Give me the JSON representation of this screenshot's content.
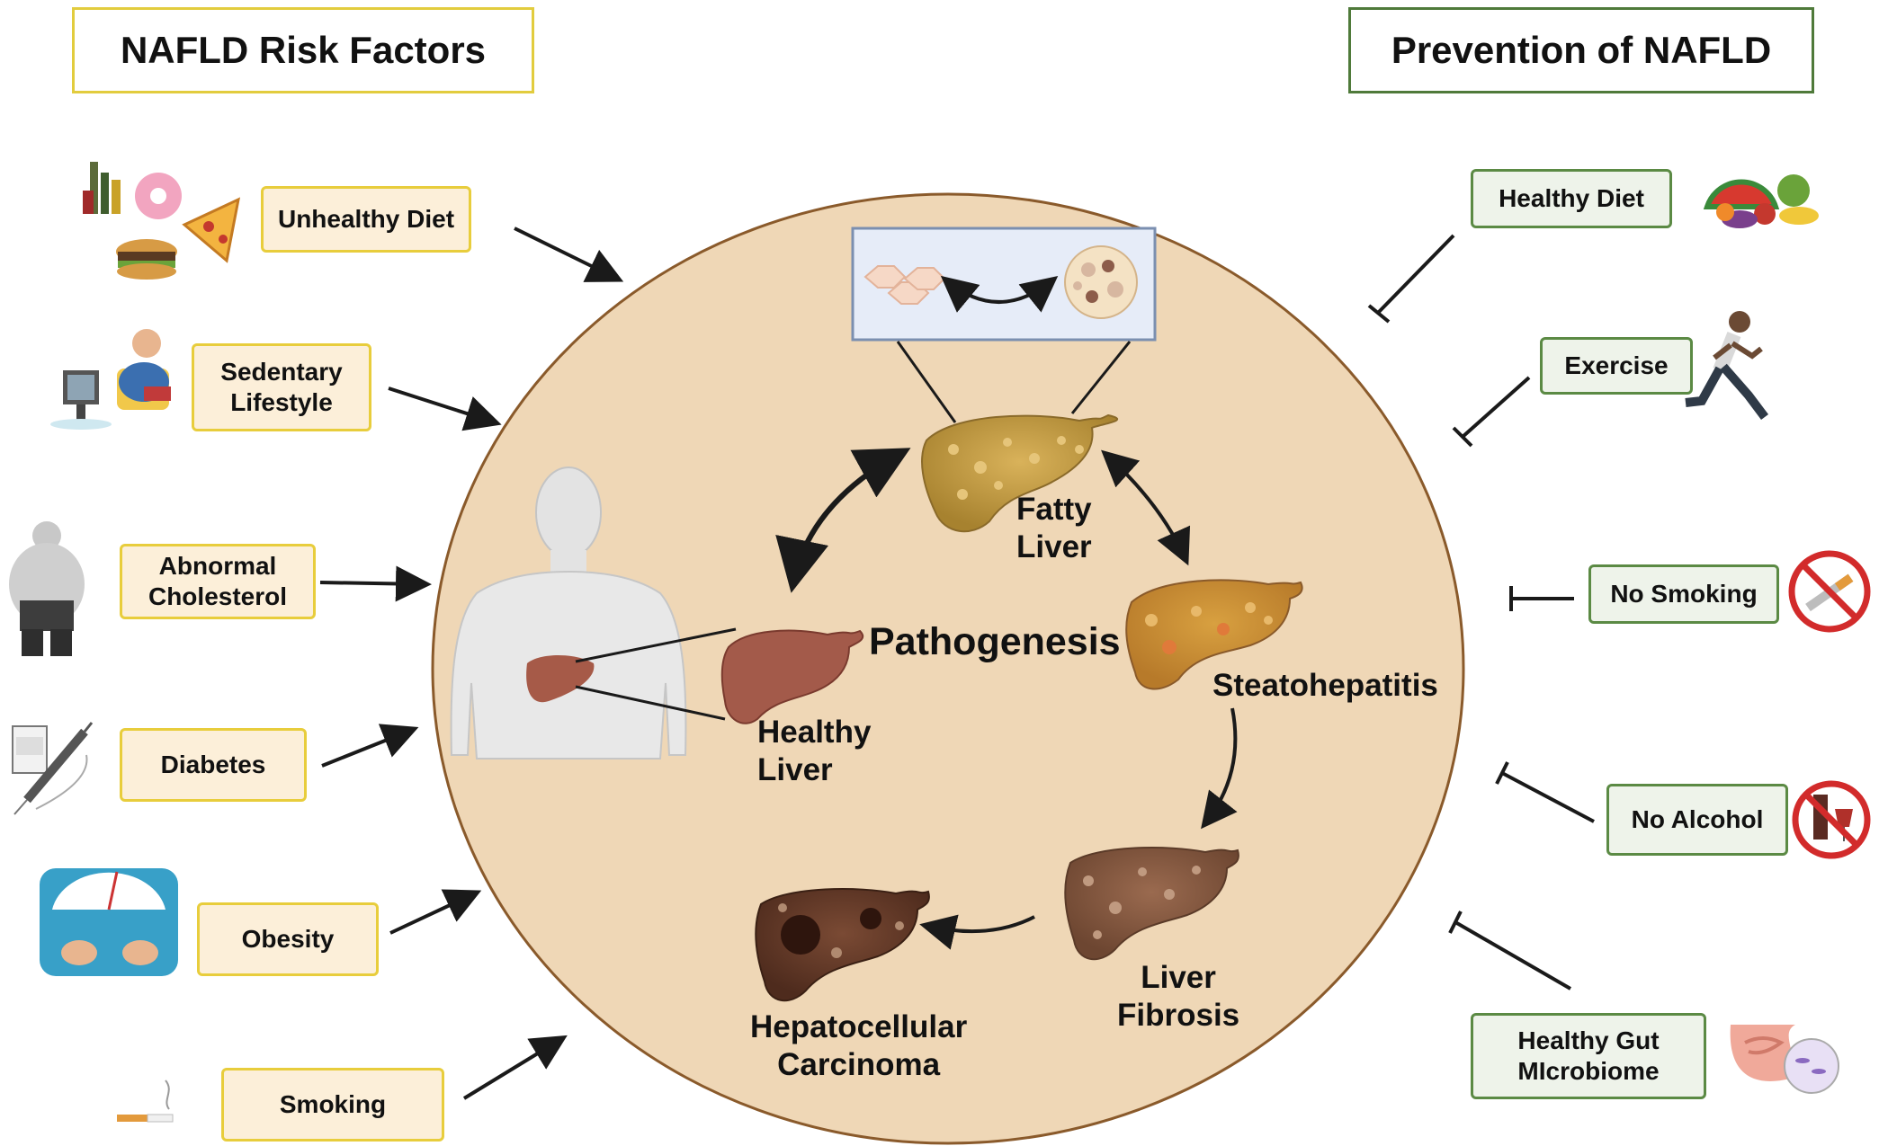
{
  "headers": {
    "risk_factors": "NAFLD Risk Factors",
    "prevention": "Prevention of NAFLD"
  },
  "risk_factors": [
    {
      "label": "Unhealthy Diet",
      "icon": "junk-food-icon"
    },
    {
      "label": "Sedentary\nLifestyle",
      "icon": "tv-watching-icon"
    },
    {
      "label": "Abnormal\nCholesterol",
      "icon": "overweight-person-icon"
    },
    {
      "label": "Diabetes",
      "icon": "syringe-icon"
    },
    {
      "label": "Obesity",
      "icon": "weight-scale-icon"
    },
    {
      "label": "Smoking",
      "icon": "cigarette-icon"
    }
  ],
  "prevention": [
    {
      "label": "Healthy Diet",
      "icon": "fruits-vegetables-icon"
    },
    {
      "label": "Exercise",
      "icon": "runner-icon"
    },
    {
      "label": "No Smoking",
      "icon": "no-smoking-icon"
    },
    {
      "label": "No Alcohol",
      "icon": "no-alcohol-icon"
    },
    {
      "label": "Healthy Gut\nMIcrobiome",
      "icon": "intestine-icon"
    }
  ],
  "pathogenesis": {
    "center": "Pathogenesis",
    "healthy_liver": "Healthy\nLiver",
    "fatty_liver": "Fatty\nLiver",
    "steatohepatitis": "Steatohepatitis",
    "liver_fibrosis": "Liver\nFibrosis",
    "hcc": "Hepatocellular\nCarcinoma"
  },
  "colors": {
    "circle_fill": "#efd7b6",
    "circle_stroke": "#8a5a2b",
    "risk_border": "#e8cd3c",
    "risk_fill": "#fcefd9",
    "prev_border": "#5b8a44",
    "prev_fill": "#eef3ea",
    "healthy_liver": "#a35a4a",
    "fatty_liver": "#c8a04a"
  }
}
